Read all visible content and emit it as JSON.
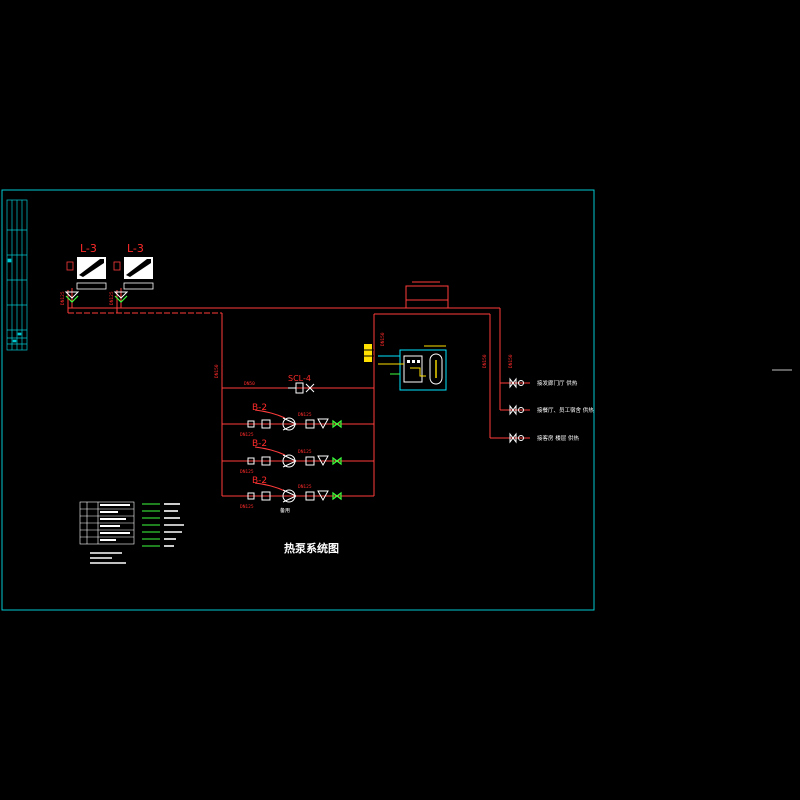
{
  "colors": {
    "background": "#000000",
    "frame": "#00c8d2",
    "pipe": "#ff3c3c",
    "label": "#ff2a2a",
    "valve": "#ffffff",
    "green": "#3cff3c",
    "yellow": "#ffe000",
    "cyan": "#00e5ff"
  },
  "diagram": {
    "title": "热泵系统图",
    "units": [
      {
        "tag": "L-3"
      },
      {
        "tag": "L-3"
      }
    ],
    "unit_pipe_labels": [
      "DN125",
      "DN125"
    ],
    "bypass_label": "DN50",
    "softener_tag": "SCL-4",
    "pumps": [
      {
        "tag": "B-2",
        "in_label": "DN125",
        "out_label": "DN125"
      },
      {
        "tag": "B-2",
        "in_label": "DN125",
        "out_label": "DN125"
      },
      {
        "tag": "B-2",
        "in_label": "DN125",
        "out_label": "DN125"
      }
    ],
    "pump_note": "备用",
    "main_riser_label": "DN150",
    "tank_riser_label": "DN150",
    "supply_labels": [
      "DN150",
      "DN150"
    ],
    "branches": [
      {
        "label": "接发廊门厅 供热"
      },
      {
        "label": "接餐厅、员工宿舍 供热"
      },
      {
        "label": "接客房 楼层 供热"
      }
    ],
    "legend_rows": 6
  }
}
